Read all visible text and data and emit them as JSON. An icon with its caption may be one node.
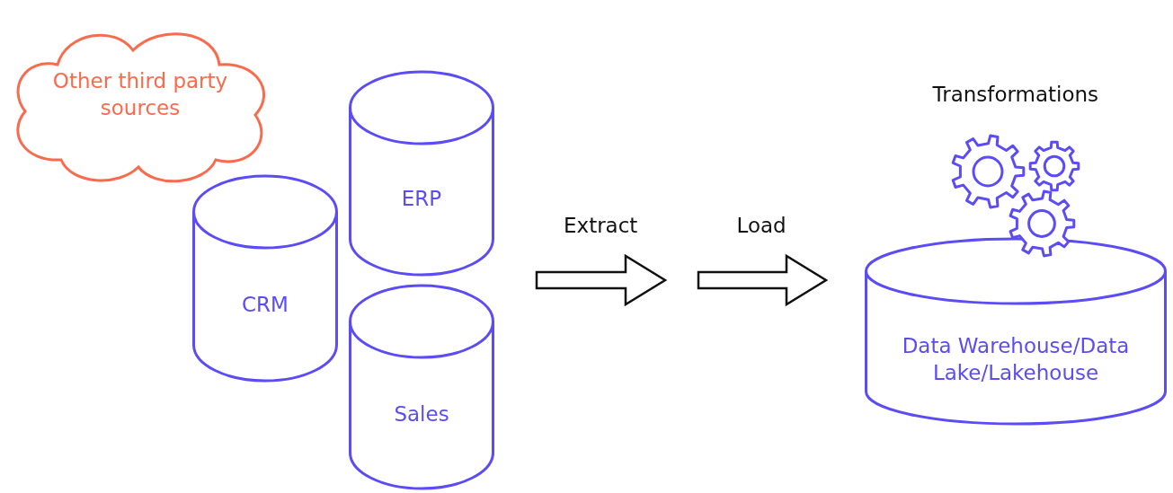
{
  "diagram": {
    "nodes": [
      {
        "text": [
          "Other third party sources"
        ]
      },
      {
        "text": [
          "CRM"
        ]
      },
      {
        "text": [
          "ERP"
        ]
      },
      {
        "text": [
          "Sales"
        ]
      },
      {
        "text": [
          "Data Warehouse/Data Lake/Lakehouse"
        ]
      }
    ],
    "labels": [
      "Extract",
      "Load",
      "Transformations"
    ]
  }
}
